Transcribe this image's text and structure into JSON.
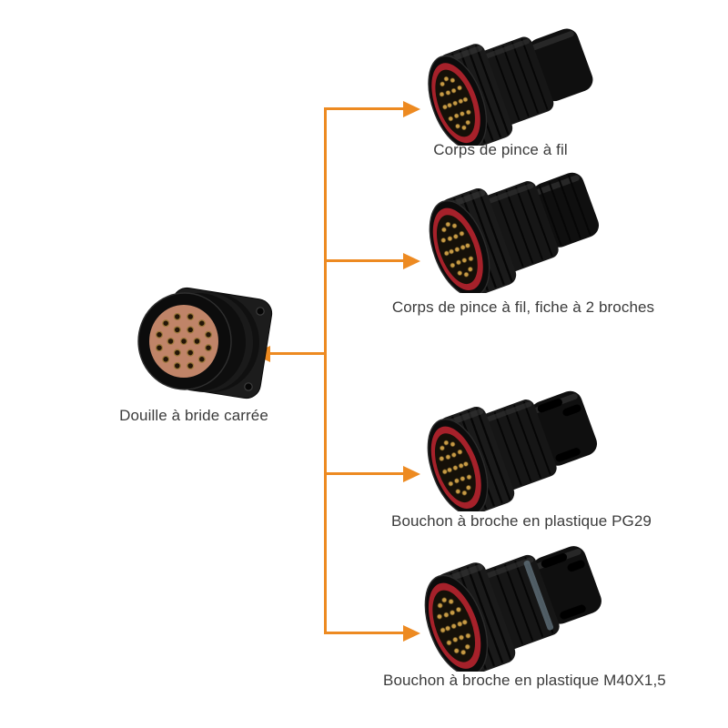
{
  "diagram": {
    "accent_color": "#ED8A21",
    "label_color": "#3b3b3b",
    "source": {
      "label": "Douille à bride carrée"
    },
    "targets": [
      {
        "label": "Corps de pince à fil"
      },
      {
        "label": "Corps de pince à fil, fiche à 2 broches"
      },
      {
        "label": "Bouchon à broche en plastique PG29"
      },
      {
        "label": "Bouchon à broche en plastique M40X1,5"
      }
    ],
    "colors": {
      "connector_body": "#151515",
      "connector_red_ring": "#A6212A",
      "insert_tan": "#C08468",
      "pin_gold": "#C89B45"
    }
  }
}
